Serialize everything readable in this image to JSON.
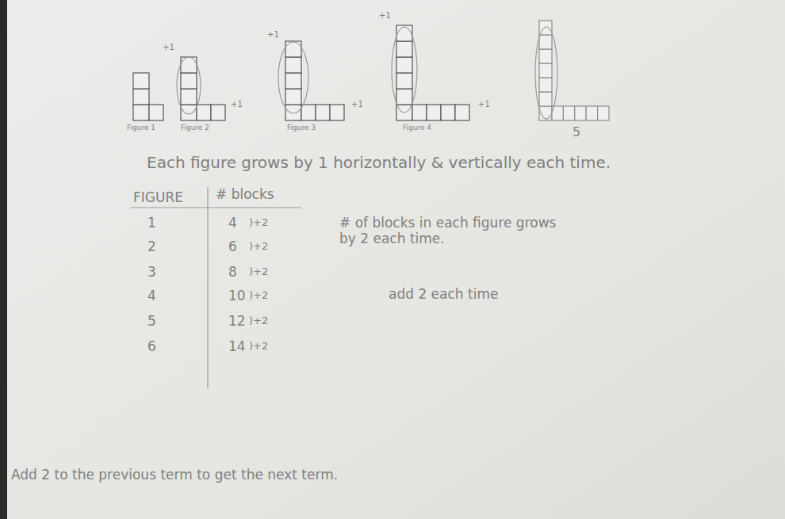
{
  "diagram": {
    "labels": [
      "Figure 1",
      "Figure 2",
      "Figure 3",
      "Figure 4",
      "+1",
      "+1",
      "+1",
      "+1",
      "+1",
      "+1",
      "5",
      "Each figure grows by 1 horizontally & vertically each time.",
      "FIGURE",
      "# blocks",
      "1",
      "4",
      ")+2",
      "2",
      "6",
      ")+2",
      "3",
      "8",
      ")+2",
      "4",
      "10",
      ")+2",
      "5",
      "12",
      ")+2",
      "6",
      "14",
      ")+2",
      "# of blocks in each figure grows by 2 each time.",
      "add 2 each time",
      "Add 2 to the previous term to get the next term."
    ]
  }
}
